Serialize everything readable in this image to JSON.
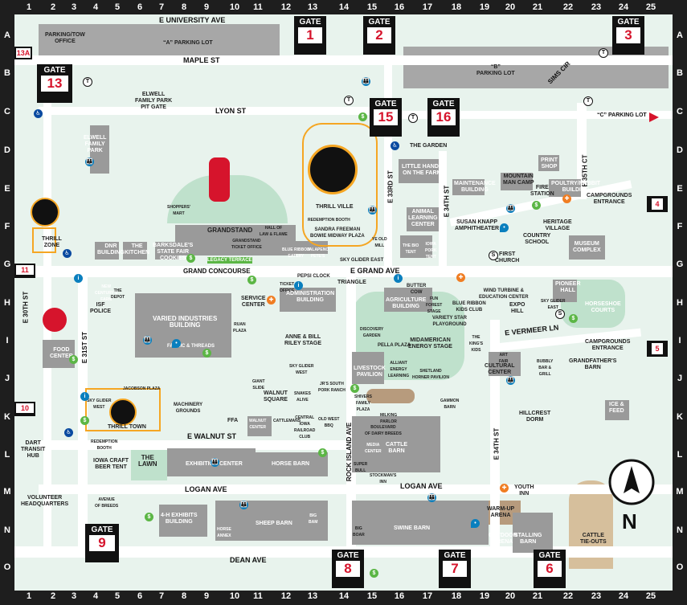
{
  "columns": [
    "1",
    "2",
    "3",
    "4",
    "5",
    "6",
    "7",
    "8",
    "9",
    "10",
    "11",
    "12",
    "13",
    "14",
    "15",
    "16",
    "17",
    "18",
    "19",
    "20",
    "21",
    "22",
    "23",
    "24",
    "25"
  ],
  "rows": [
    "A",
    "B",
    "C",
    "D",
    "E",
    "F",
    "G",
    "H",
    "I",
    "J",
    "K",
    "L",
    "M",
    "N",
    "O"
  ],
  "gates": [
    {
      "label": "GATE",
      "num": "1"
    },
    {
      "label": "GATE",
      "num": "2"
    },
    {
      "label": "GATE",
      "num": "3"
    },
    {
      "label": "GATE",
      "num": "13"
    },
    {
      "label": "GATE",
      "num": "15"
    },
    {
      "label": "GATE",
      "num": "16"
    },
    {
      "label": "GATE",
      "num": "9"
    },
    {
      "label": "GATE",
      "num": "8"
    },
    {
      "label": "GATE",
      "num": "7"
    },
    {
      "label": "GATE",
      "num": "6"
    }
  ],
  "small_gates": {
    "g13a": "13A",
    "g11": "11",
    "g10": "10"
  },
  "entrances": {
    "e4": "4",
    "e5": "5"
  },
  "streets": {
    "e_university": "E UNIVERSITY AVE",
    "maple": "MAPLE ST",
    "lyon": "LYON ST",
    "sims": "SIMS CIR",
    "c_lot": "“C” PARKING LOT",
    "e35ct": "E 35TH CT",
    "grand_concourse": "GRAND CONCOURSE",
    "e_grand": "E GRAND AVE",
    "e30": "E 30TH ST",
    "e31": "E 31ST ST",
    "e33": "E 33RD ST",
    "e34a": "E 34TH ST",
    "e34b": "E 34TH ST",
    "vermeer": "E VERMEER LN",
    "walnut": "E WALNUT ST",
    "logan_w": "LOGAN AVE",
    "logan_e": "LOGAN AVE",
    "rock_island": "ROCK ISLAND AVE",
    "dean": "DEAN AVE"
  },
  "labels": {
    "parking_tow": "PARKING/TOW\nOFFICE",
    "a_lot": "“A” PARKING LOT",
    "b_lot": "“B”\nPARKING LOT",
    "elwell_pit": "ELWELL\nFAMILY PARK\nPIT GATE",
    "elwell_park": "ELWELL\nFAMILY\nPARK",
    "the_garden": "THE GARDEN",
    "little_hands": "LITTLE HANDS\nON THE FARM",
    "print_shop": "PRINT\nSHOP",
    "maintenance": "MAINTENANCE\nBUILDING",
    "mountain_man": "MOUNTAIN\nMAN CAMP",
    "fire_station": "FIRE\nSTATION",
    "poultry": "POULTRY/RABBIT\nBUILDING",
    "campgrounds_f": "CAMPGROUNDS\nENTRANCE",
    "thrill_ville": "THRILL VILLE",
    "redemption1": "REDEMPTION BOOTH",
    "midway_plaza": "SANDRA FREEMAN\nBOWIE MIDWAY PLAZA",
    "animal_learning": "ANIMAL\nLEARNING\nCENTER",
    "susan_knapp": "SUSAN KNAPP\nAMPHITHEATER",
    "heritage": "HERITAGE\nVILLAGE",
    "country_school": "COUNTRY\nSCHOOL",
    "museum": "MUSEUM\nCOMPLEX",
    "shoppers_mart": "SHOPPERS'\nMART",
    "grandstand": "GRANDSTAND",
    "grandstand_ticket": "GRANDSTAND\nTICKET OFFICE",
    "hall_law": "HALL OF\nLAW & FLAME",
    "thrill_zone": "THRILL\nZONE",
    "dnr": "DNR\nBUILDING",
    "the_kitchen": "THE\nKITCHEN",
    "barksdale": "BARKSDALE'S\nSTATE FAIR\nCOOKIES",
    "legacy_terrace": "LEGACY TERRACE",
    "blue_ribbon": "BLUE RIBBON\nEATERY",
    "jalapeno": "JALAPENO\nPETE'S",
    "ye_old_mill": "YE OLD\nMILL",
    "the_bio_tent": "THE BIO\nTENT",
    "iowa_pork": "IOWA\nPORK\nTENT",
    "first_church": "FIRST\nCHURCH",
    "sky_glider_east": "SKY GLIDER EAST",
    "pepsi_clock": "PEPSI CLOCK",
    "triangle": "TRIANGLE",
    "butter_cow": "BUTTER\nCOW",
    "new_centurys": "NEW\nCENTURY'S\nFARM",
    "the_depot": "THE\nDEPOT",
    "isf_police": "ISF\nPOLICE",
    "varied_industries": "VARIED INDUSTRIES\nBUILDING",
    "ruan_plaza": "RUAN\nPLAZA",
    "fabric_threads": "FABRIC & THREADS",
    "service_center": "SERVICE\nCENTER",
    "ticket_office": "TICKET\nOFFICE",
    "admin": "ADMINISTRATION\nBUILDING",
    "agriculture": "AGRICULTURE\nBUILDING",
    "fun_forest": "FUN\nFOREST\nSTAGE",
    "blue_ribbon_kids": "BLUE RIBBON\nKIDS CLUB",
    "wind_turbine": "WIND TURBINE &\nEDUCATION CENTER",
    "expo_hill": "EXPO\nHILL",
    "pioneer_hall": "PIONEER\nHALL",
    "sky_glider_east2": "SKY GLIDER\nEAST",
    "horseshoe": "HORSESHOE\nCOURTS",
    "discovery": "DISCOVERY\nGARDEN",
    "anne_bill": "ANNE & BILL\nRILEY STAGE",
    "variety_star": "VARIETY STAR\nPLAYGROUND",
    "midamerican": "MIDAMERICAN\nENERGY STAGE",
    "kings_kids": "THE\nKING'S\nKIDS",
    "campgrounds_i": "CAMPGROUNDS\nENTRANCE",
    "food_center": "FOOD\nCENTER",
    "sky_glider_west": "SKY GLIDER\nWEST",
    "pella_plaza": "PELLA PLAZA",
    "art_fair": "ART\nFAIR",
    "bubbly": "BUBBLY\nBAR &\nGRILL",
    "grandfathers": "GRANDFATHER'S\nBARN",
    "cultural_center": "CULTURAL\nCENTER",
    "livestock": "LIVESTOCK\nPAVILION",
    "alliant": "ALLIANT\nENERGY\nLEARNING",
    "shetland": "SHETLAND\nHORNER PAVILION",
    "sky_glider_west2": "SKY GLIDER\nWEST",
    "jacobson": "JACOBSON PLAZA",
    "giant_slide": "GIANT\nSLIDE",
    "walnut_square": "WALNUT\nSQUARE",
    "snakes": "SNAKES\nALIVE",
    "jrs_south": "JR'S SOUTH\nPORK RANCH",
    "shivers": "SHIVERS\nFAMILY\nPLAZA",
    "gammon": "GAMMON\nBARN",
    "machinery": "MACHINERY\nGROUNDS",
    "thrill_town": "THRILL TOWN",
    "redemption2": "REDEMPTION\nBOOTH",
    "ffa": "FFA",
    "walnut_center": "WALNUT\nCENTER",
    "cattlemans": "CATTLEMANS",
    "central_railroad": "CENTRAL\nIOWA\nRAILROAD\nCLUB",
    "old_west": "OLD WEST\nBBQ",
    "milking": "MILKING\nPARLOR",
    "boulevard": "BOULEVARD\nOF DAIRY BREEDS",
    "hillcrest": "HILLCREST\nDORM",
    "ice_feed": "ICE &\nFEED",
    "dart": "DART\nTRANSIT\nHUB",
    "iowa_craft": "IOWA CRAFT\nBEER TENT",
    "the_lawn": "THE\nLAWN",
    "exhibition": "EXHIBITION CENTER",
    "horse_barn": "HORSE BARN",
    "media_center": "MEDIA\nCENTER",
    "cattle_barn": "CATTLE\nBARN",
    "super_bull": "SUPER\nBULL",
    "stockmans": "STOCKMAN'S\nINN",
    "youth_inn": "YOUTH\nINN",
    "volunteer": "VOLUNTEER\nHEADQUARTERS",
    "avenue_breeds": "AVENUE\nOF BREEDS",
    "four_h": "4-H EXHIBITS\nBUILDING",
    "horse_annex": "HORSE\nANNEX",
    "sheep_barn": "SHEEP BARN",
    "big_bam": "BIG\nBAM",
    "big_boar": "BIG\nBOAR",
    "swine_barn": "SWINE BARN",
    "warmup": "WARM-UP\nARENA",
    "outdoor_arena": "OUTDOOR\nARENA",
    "stalling": "STALLING\nBARN",
    "cattle_tieouts": "CATTLE\nTIE-OUTS"
  },
  "icon_glyphs": {
    "rest": "👪",
    "money": "$",
    "water": "•",
    "food": "✚",
    "tram": "T",
    "access": "♿",
    "info": "i",
    "tram_s": "S"
  },
  "compass": "N",
  "colors": {
    "frame": "#1e1e1e",
    "ground": "#e8f3ed",
    "grass": "#bfe1cc",
    "road": "#ffffff",
    "building": "#9a9a9a",
    "gate_red": "#d6142c",
    "tram_orange": "#f5a623",
    "rest_blue": "#0a7fbe",
    "money_green": "#5bb645",
    "food_orange": "#f07d22"
  }
}
